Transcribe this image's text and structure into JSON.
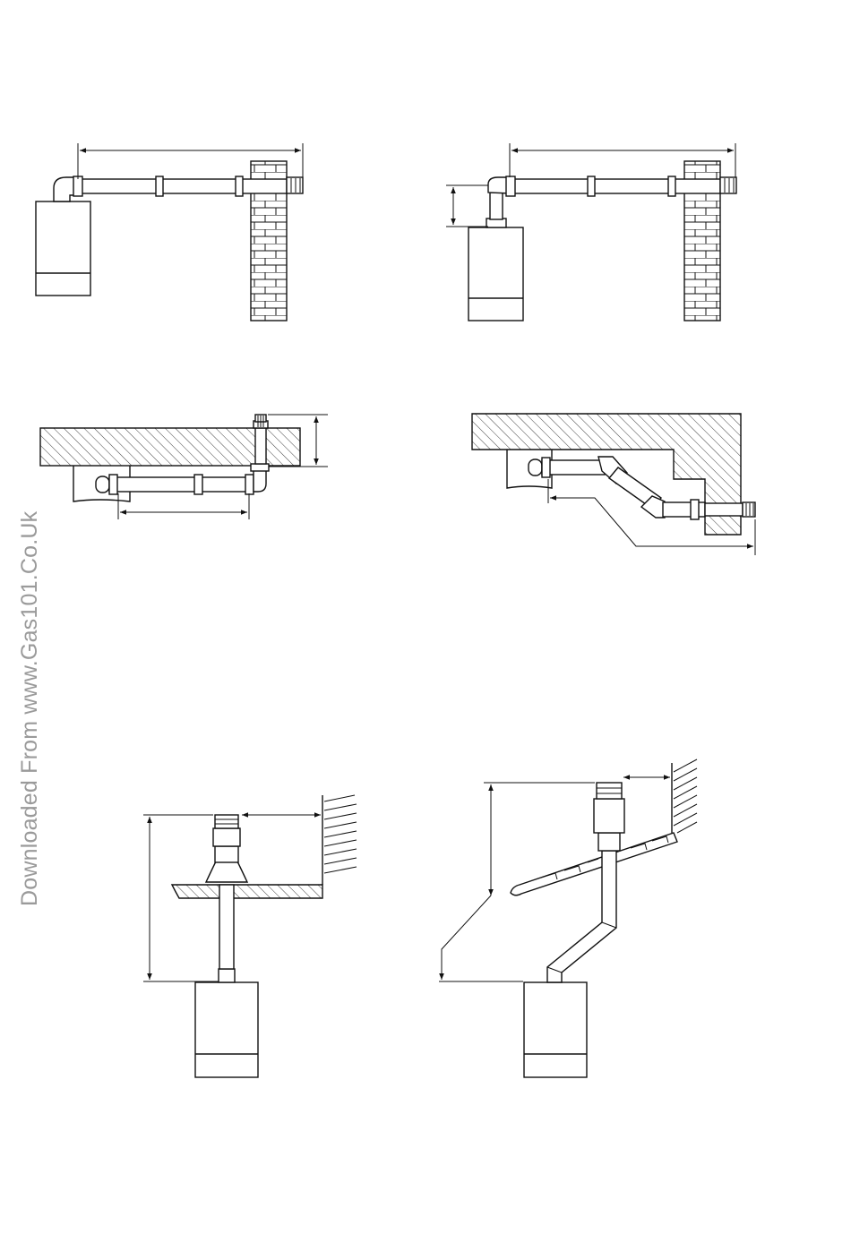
{
  "watermark": {
    "text": "Downloaded From www.Gas101.Co.Uk",
    "color": "#9a9a9a"
  },
  "diagrams": [
    {
      "id": "horizontal-flue-rear",
      "icon": "boiler-horizontal-flue"
    },
    {
      "id": "horizontal-flue-extended-vertical",
      "icon": "boiler-horizontal-flue-riser"
    },
    {
      "id": "horizontal-flue-under-ceiling",
      "icon": "boiler-ceiling-flue"
    },
    {
      "id": "horizontal-flue-with-offset",
      "icon": "boiler-offset-flue"
    },
    {
      "id": "vertical-flue-flat-roof",
      "icon": "boiler-flat-roof-flue"
    },
    {
      "id": "vertical-flue-pitched-roof",
      "icon": "boiler-pitched-roof-flue"
    }
  ],
  "colors": {
    "line": "#111111",
    "background": "#ffffff",
    "watermark": "#9a9a9a"
  }
}
